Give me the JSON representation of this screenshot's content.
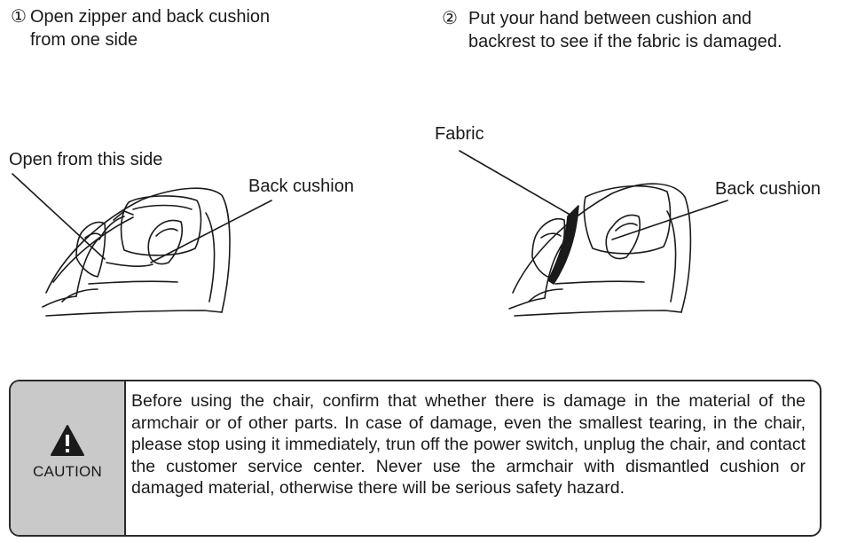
{
  "steps": [
    {
      "number": "①",
      "line1": "Open zipper and  back cushion",
      "line2": "from one side"
    },
    {
      "number": "②",
      "line1": "Put your hand between cushion and",
      "line2": "backrest to see if the fabric is damaged."
    }
  ],
  "figure1": {
    "open_side_label": "Open from this side",
    "back_cushion_label": "Back cushion"
  },
  "figure2": {
    "fabric_label": "Fabric",
    "back_cushion_label": "Back cushion"
  },
  "caution": {
    "label": "CAUTION",
    "icon": "warning-triangle-icon",
    "text": "Before using the chair, confirm that whether there is damage in the material of the armchair or of other parts. In case of damage, even the smallest tearing, in the chair, please stop using it immediately, trun off the power switch, unplug the chair, and contact the customer service center. Never use the armchair with dismantled cushion or damaged material, otherwise there will be serious safety hazard."
  }
}
